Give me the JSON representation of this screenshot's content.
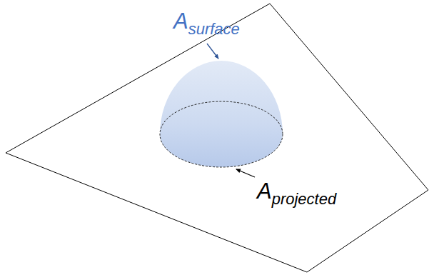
{
  "diagram": {
    "labels": [
      "A",
      "surface",
      "A",
      "projected"
    ]
  }
}
